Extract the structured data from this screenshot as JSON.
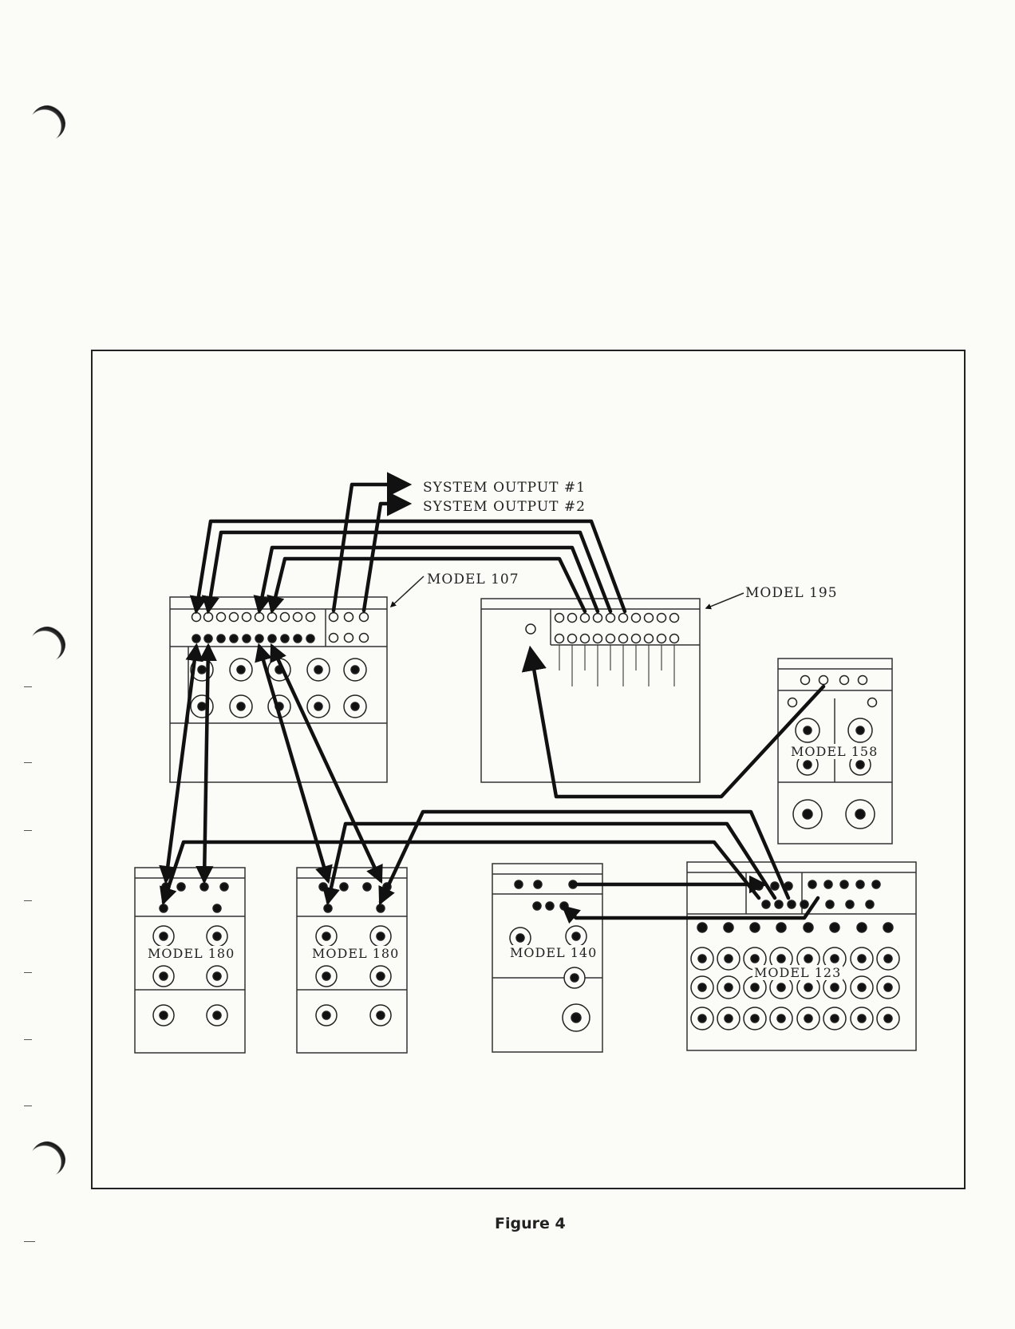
{
  "outputs": {
    "out1": "SYSTEM OUTPUT #1",
    "out2": "SYSTEM OUTPUT #2"
  },
  "modules": {
    "m107": "MODEL 107",
    "m195": "MODEL 195",
    "m158": "MODEL 158",
    "m180a": "MODEL 180",
    "m180b": "MODEL 180",
    "m140": "MODEL 140",
    "m123": "MODEL 123"
  },
  "caption": "Figure 4"
}
